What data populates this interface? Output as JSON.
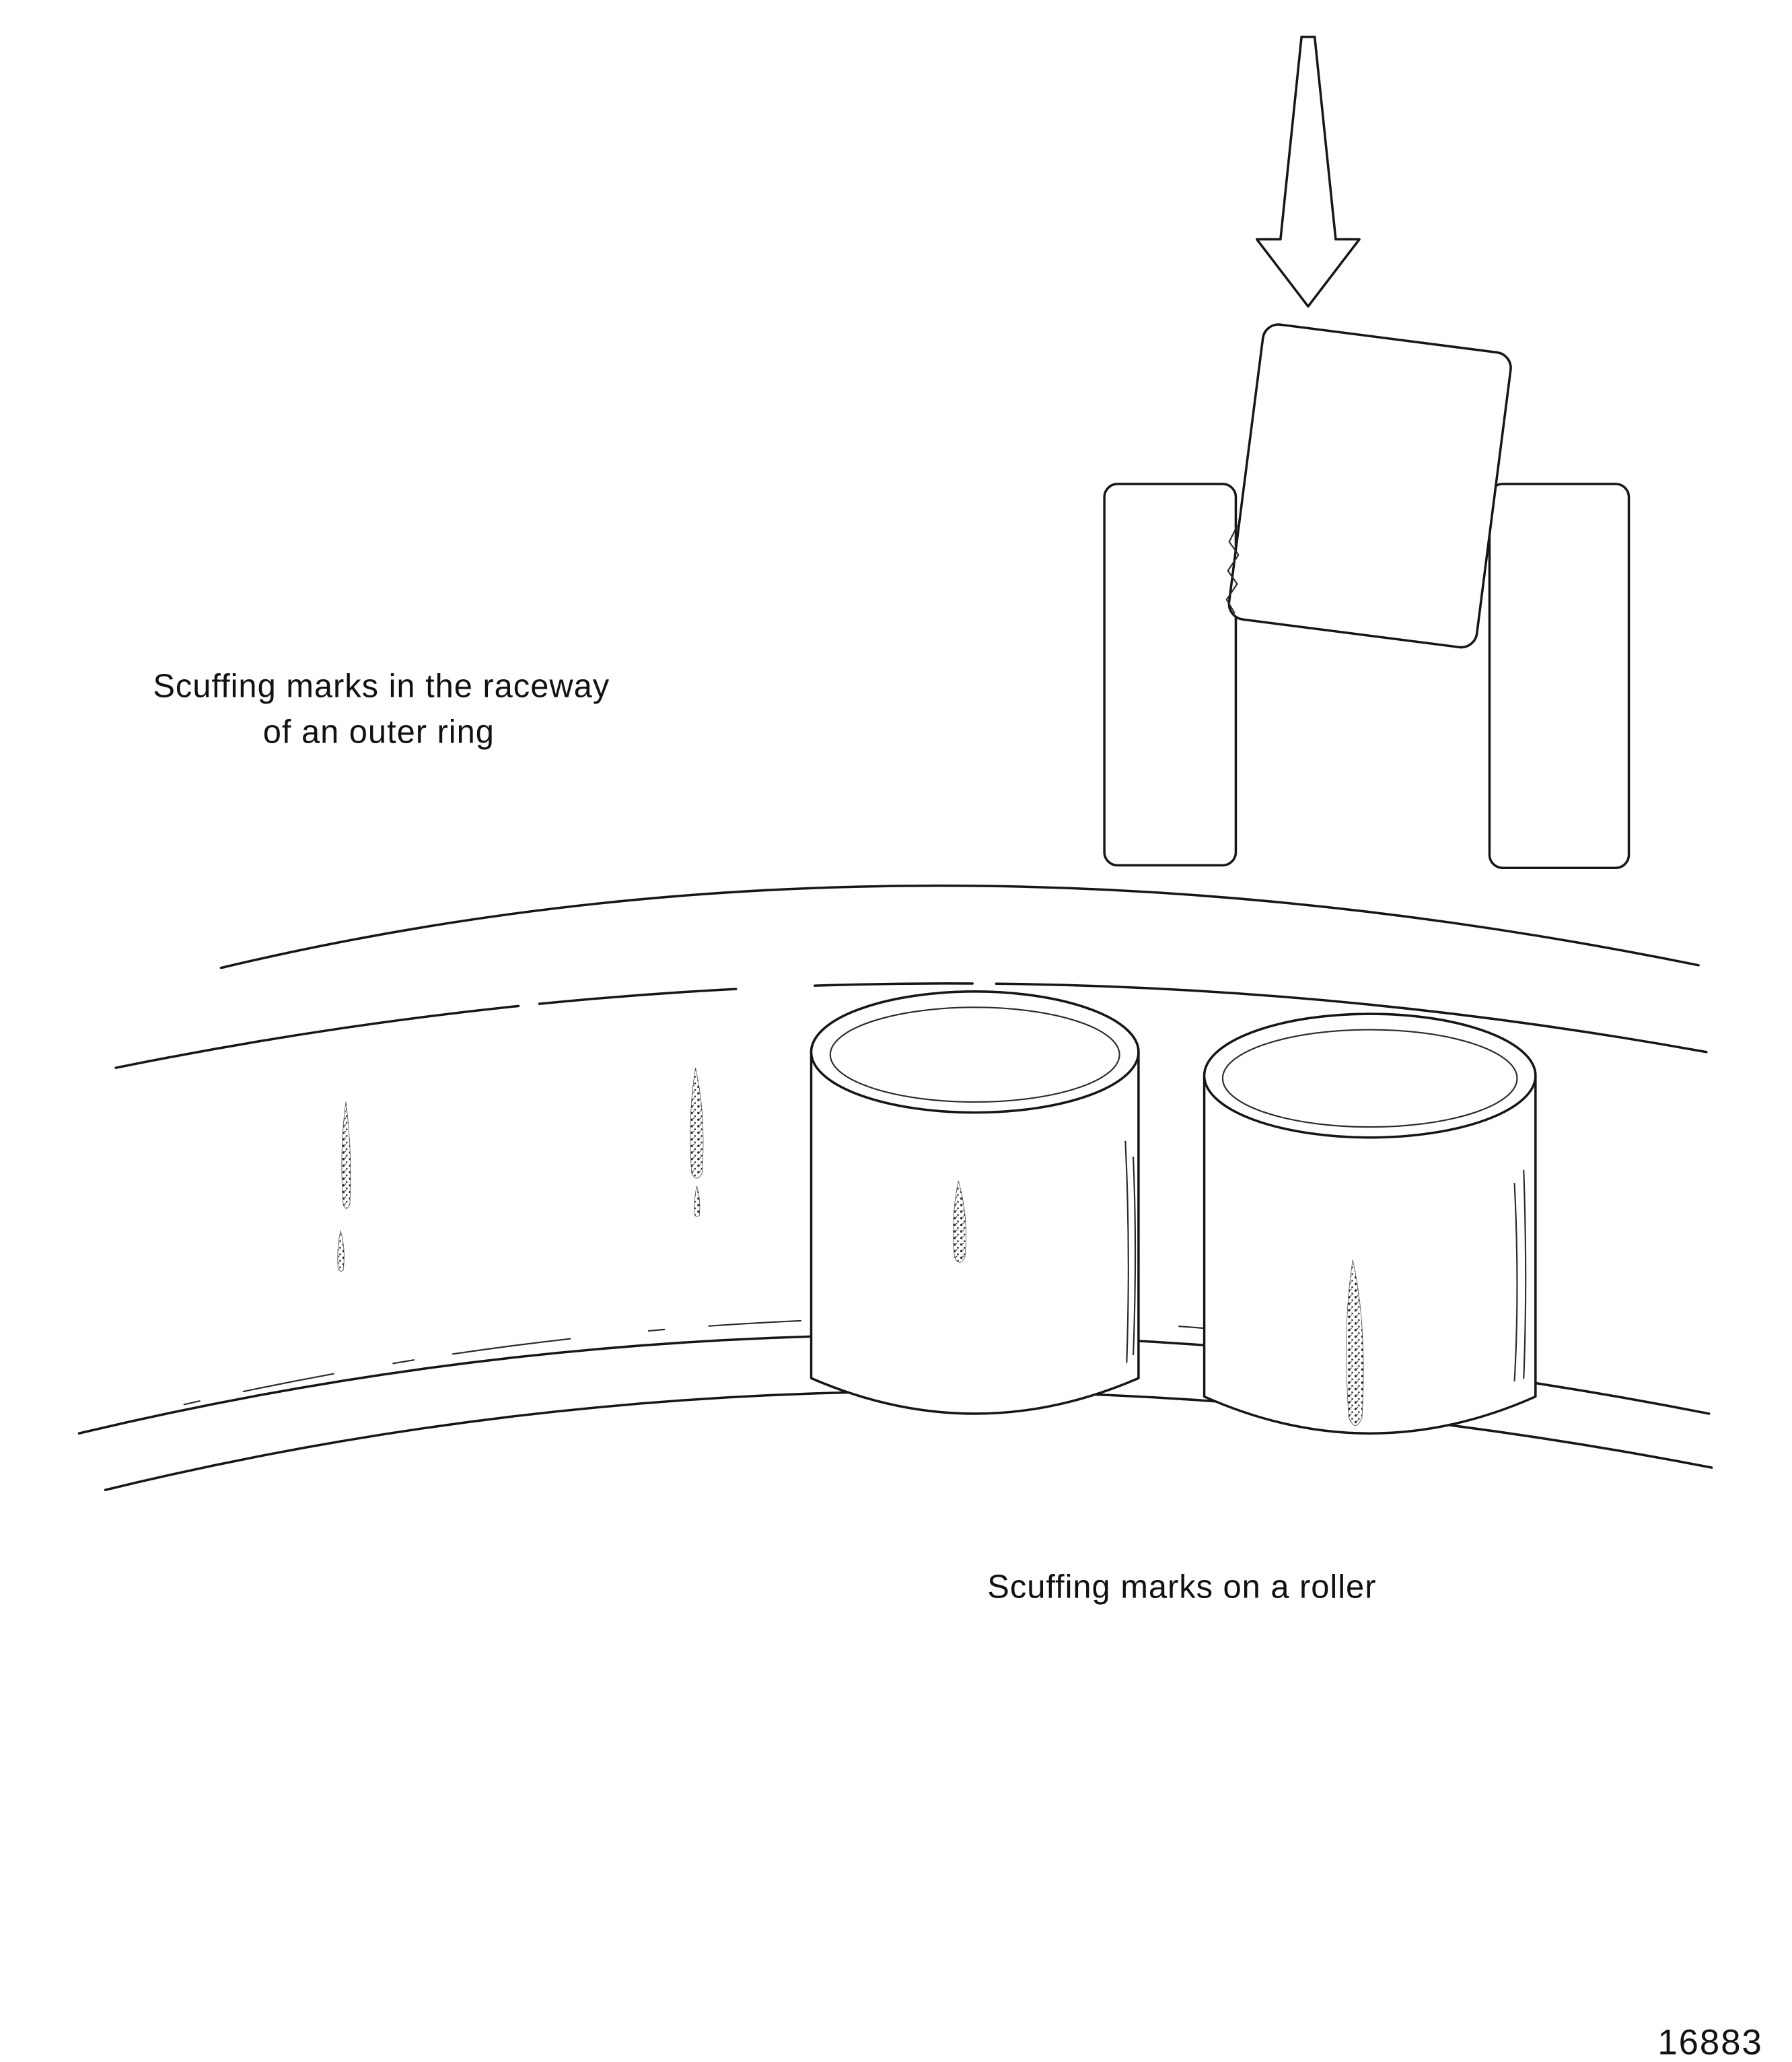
{
  "figure": {
    "caption_raceway_line1": "Scuffing marks in the raceway",
    "caption_raceway_line2": "of an outer ring",
    "caption_roller": "Scuffing marks on a roller",
    "figure_number": "16883"
  },
  "icons": {
    "load_arrow": "down-arrow"
  },
  "colors": {
    "ink": "#161616",
    "paper": "#ffffff"
  }
}
